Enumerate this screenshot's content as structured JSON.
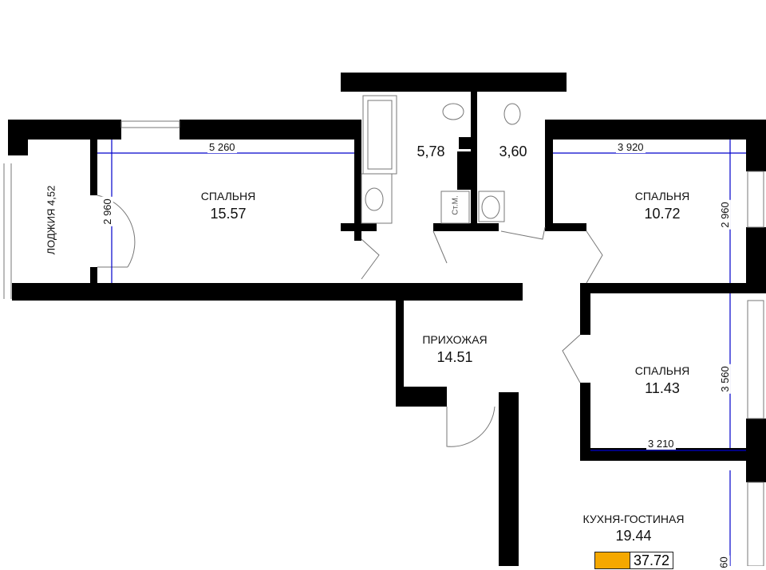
{
  "rooms": {
    "loggia": "ЛОДЖИЯ 4,52",
    "bedroom1": {
      "name": "СПАЛЬНЯ",
      "area": "15.57"
    },
    "bathroom": {
      "area": "5,78"
    },
    "toilet": {
      "area": "3,60"
    },
    "bedroom2": {
      "name": "СПАЛЬНЯ",
      "area": "10.72"
    },
    "hall": {
      "name": "ПРИХОЖАЯ",
      "area": "14.51"
    },
    "bedroom3": {
      "name": "СПАЛЬНЯ",
      "area": "11.43"
    },
    "kitchen": {
      "name": "КУХНЯ-ГОСТИНАЯ",
      "area": "19.44"
    },
    "washer": "Ст.М."
  },
  "dimensions": {
    "b1_width": "5 260",
    "b1_depth": "2 960",
    "b2_width": "3 920",
    "b2_depth": "2 960",
    "b3_depth": "3 560",
    "b3_width": "3 210",
    "kitchen_depth": "60"
  },
  "total_area": "37.72",
  "colors": {
    "wall": "#000000",
    "dimension": "#0000cc",
    "badge": "#f5a800"
  }
}
